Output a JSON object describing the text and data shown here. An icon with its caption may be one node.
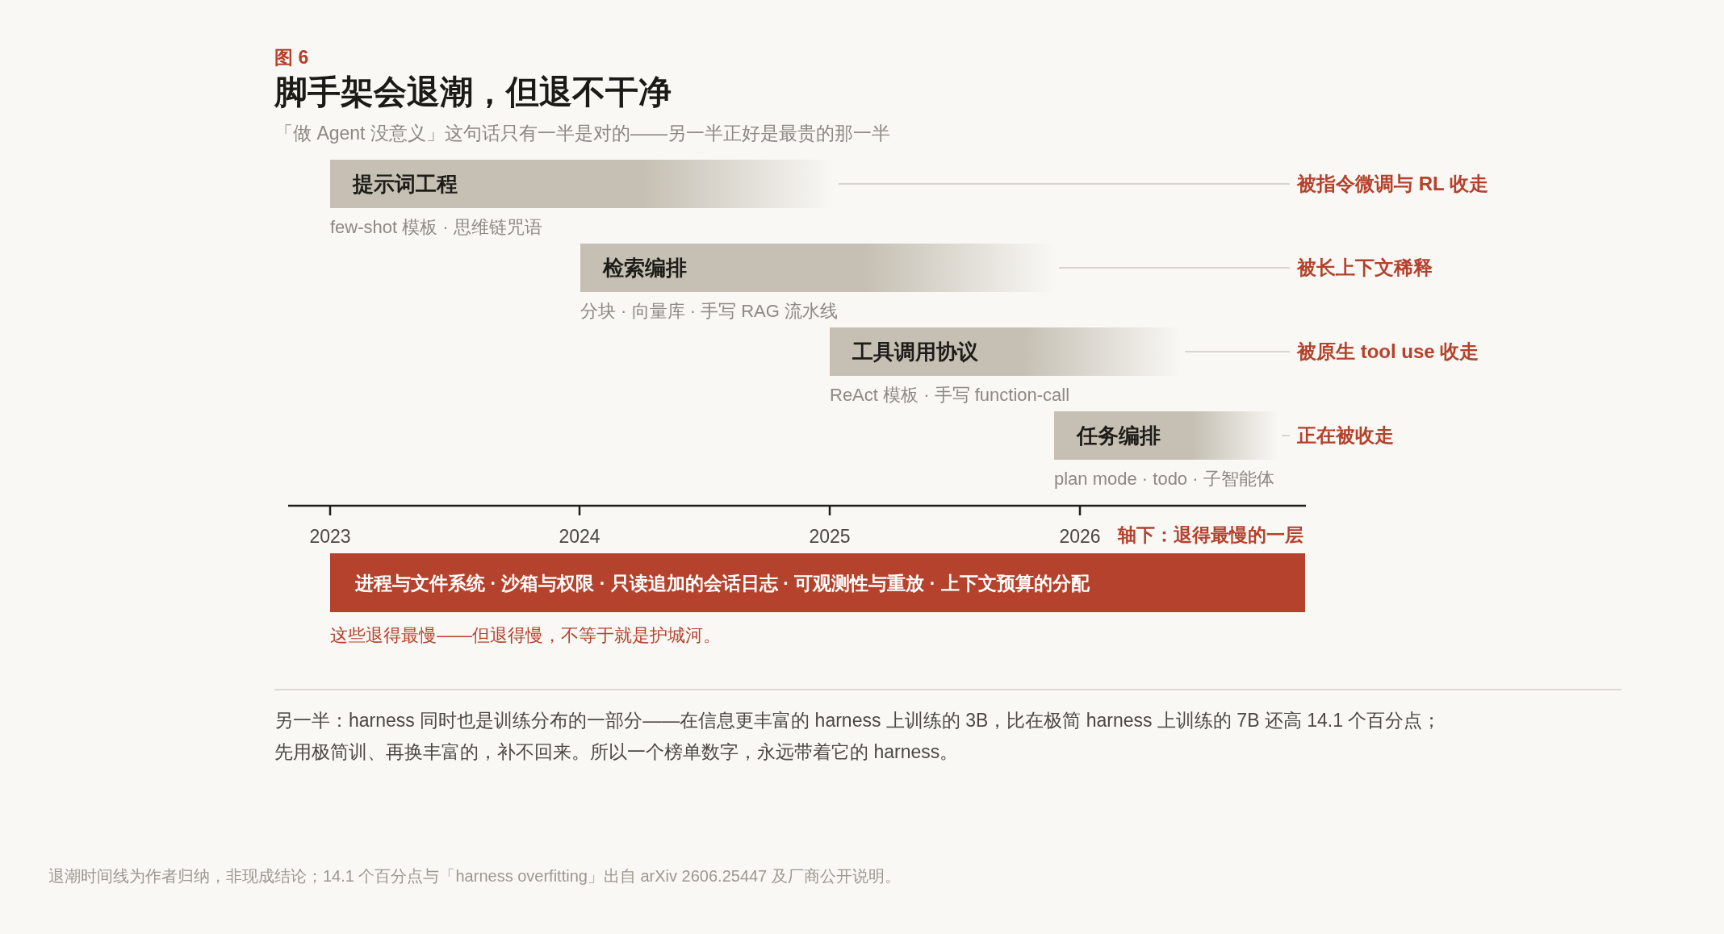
{
  "diagram": {
    "title": "脚手架会退潮，但退不干净",
    "caption": "退潮时间线为作者归纳，非现成结论；14.1 个百分点与「harness overfitting」出自 arXiv 2606.25447 及厂商公开说明。",
    "nodes": [
      {
        "text": [
          "提示词工程"
        ],
        "beside": [
          "few-shot 模板 · 思维链咒语"
        ]
      },
      {
        "text": [
          "被指令微调与 RL 收走"
        ]
      },
      {
        "text": [
          "检索编排"
        ],
        "beside": [
          "分块 · 向量库 · 手写 RAG 流水线"
        ]
      },
      {
        "text": [
          "被长上下文稀释"
        ]
      },
      {
        "text": [
          "工具调用协议"
        ],
        "beside": [
          "ReAct 模板 · 手写 function-call"
        ]
      },
      {
        "text": [
          "被原生 tool use 收走"
        ]
      },
      {
        "text": [
          "任务编排"
        ],
        "beside": [
          "plan mode · todo · 子智能体"
        ]
      },
      {
        "text": [
          "正在被收走"
        ]
      },
      {
        "text": [
          "进程与文件系统 · 沙箱与权限 · 只读追加的会话日志 · 可观测性与重放 · 上下文预算的分配"
        ],
        "beside": [
          "这些退得最慢——但退得慢，不等于就是护城河。"
        ]
      }
    ],
    "edges": [
      {
        "from": 0,
        "to": 1,
        "arrow": "none"
      },
      {
        "from": 2,
        "to": 3,
        "arrow": "none"
      },
      {
        "from": 4,
        "to": 5,
        "arrow": "none"
      },
      {
        "from": 6,
        "to": 7,
        "arrow": "none"
      }
    ],
    "labels": [
      "图 6",
      "「做 Agent 没意义」这句话只有一半是对的——另一半正好是最贵的那一半",
      "2023",
      "2024",
      "2025",
      "2026",
      "轴下：退得最慢的一层",
      "另一半：harness 同时也是训练分布的一部分——在信息更丰富的 harness 上训练的 3B，比在极简 harness 上训练的 7B 还高 14.1 个百分点；先用极简训、再换丰富的，补不回来。所以一个榜单数字，永远带着它的 harness。"
    ]
  }
}
